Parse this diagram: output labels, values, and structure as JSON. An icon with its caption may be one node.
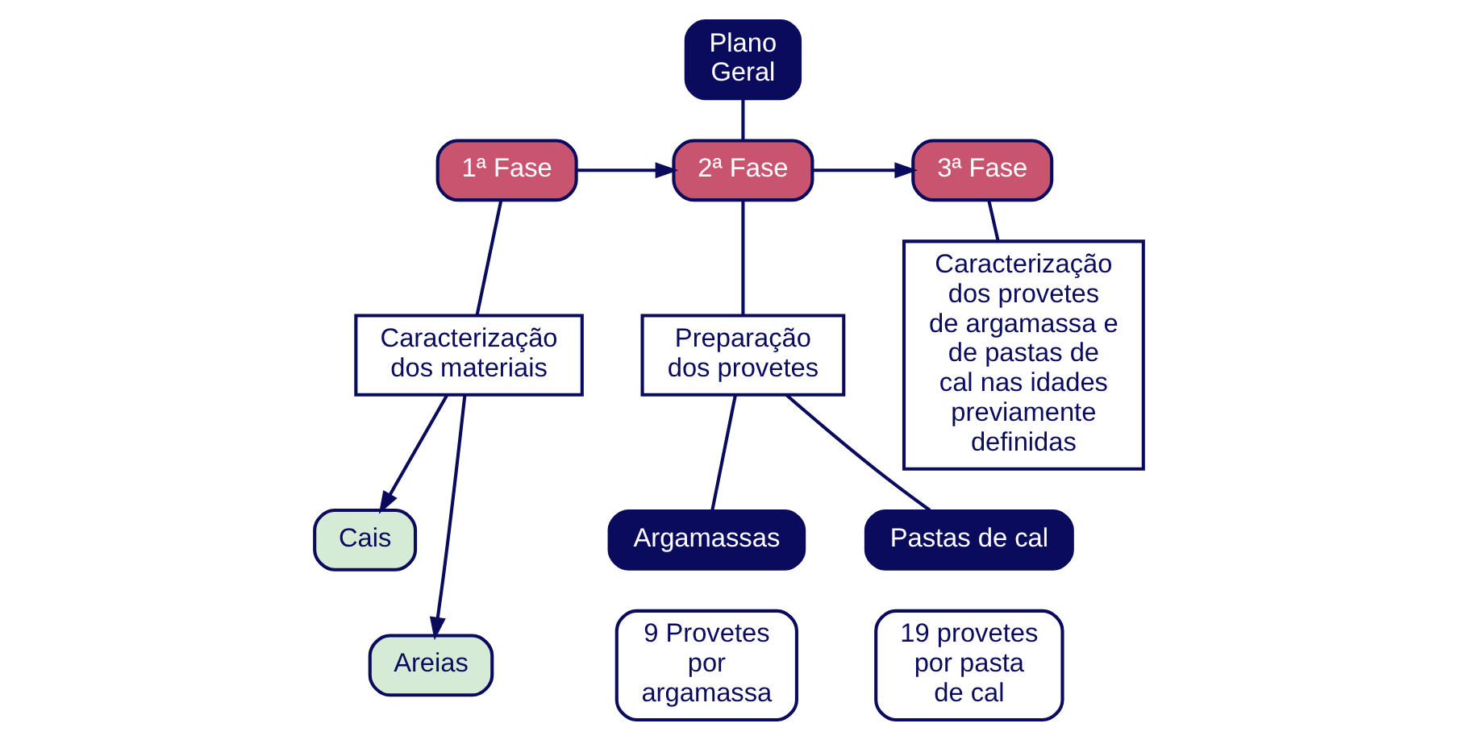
{
  "diagram": {
    "nodes": [
      {
        "text": [
          "Plano Geral"
        ]
      },
      {
        "text": [
          "1ª Fase"
        ]
      },
      {
        "text": [
          "2ª Fase"
        ]
      },
      {
        "text": [
          "3ª Fase"
        ]
      },
      {
        "text": [
          "Caracterização dos materiais"
        ]
      },
      {
        "text": [
          "Preparação dos provetes"
        ]
      },
      {
        "text": [
          "Caracterização dos provetes de argamassa e de pastas de cal nas idades previamente definidas"
        ]
      },
      {
        "text": [
          "Cais"
        ]
      },
      {
        "text": [
          "Areias"
        ]
      },
      {
        "text": [
          "Argamassas"
        ]
      },
      {
        "text": [
          "9 Provetes por argamassa"
        ]
      },
      {
        "text": [
          "Pastas de cal"
        ]
      },
      {
        "text": [
          "19 provetes por pasta de cal"
        ]
      }
    ],
    "edges": [
      {
        "from": 0,
        "to": 2,
        "arrow": "none"
      },
      {
        "from": 1,
        "to": 2,
        "arrow": "to"
      },
      {
        "from": 2,
        "to": 3,
        "arrow": "to"
      },
      {
        "from": 1,
        "to": 4,
        "arrow": "none"
      },
      {
        "from": 2,
        "to": 5,
        "arrow": "none"
      },
      {
        "from": 3,
        "to": 6,
        "arrow": "none"
      },
      {
        "from": 4,
        "to": 7,
        "arrow": "to"
      },
      {
        "from": 4,
        "to": 8,
        "arrow": "to"
      },
      {
        "from": 5,
        "to": 9,
        "arrow": "none"
      },
      {
        "from": 5,
        "to": 11,
        "arrow": "none"
      }
    ]
  }
}
